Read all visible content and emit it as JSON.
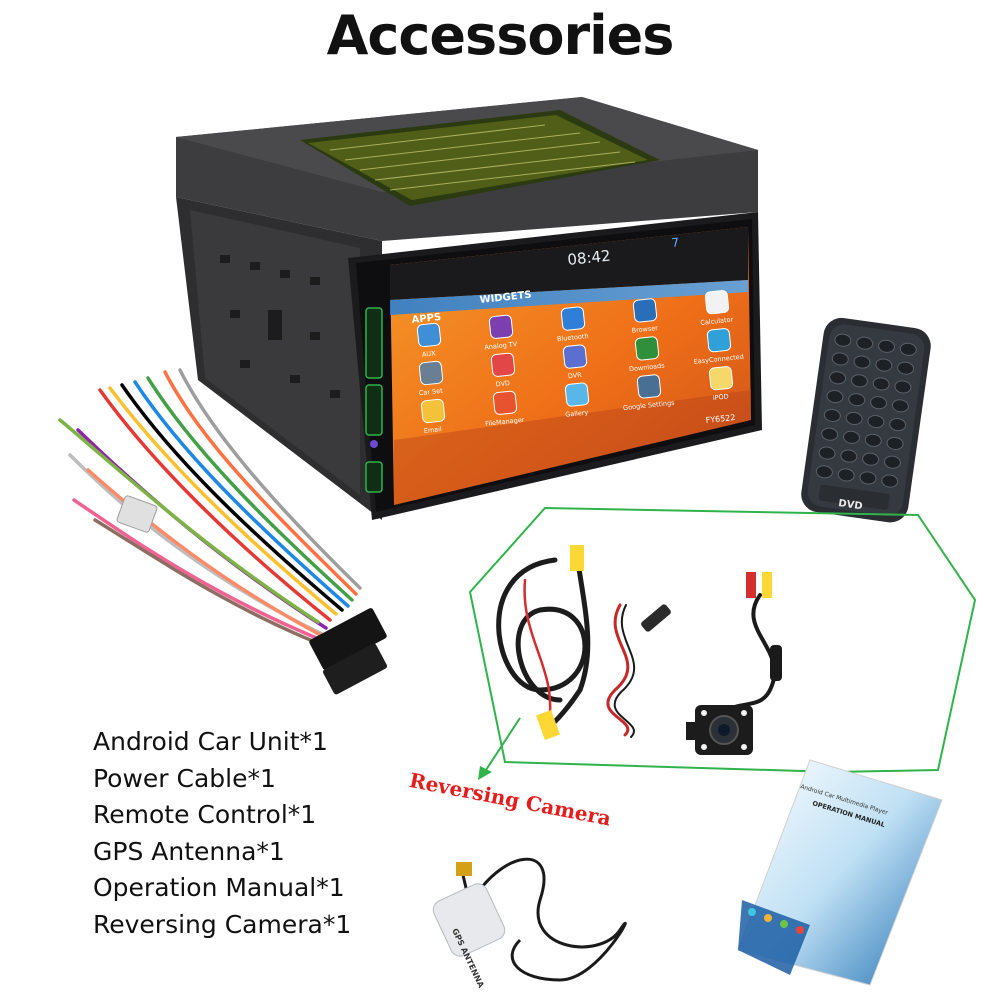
{
  "title": "Accessories",
  "contents": [
    "Android Car Unit*1",
    "Power Cable*1",
    "Remote Control*1",
    "GPS Antenna*1",
    "Operation Manual*1",
    "Reversing Camera*1"
  ],
  "camera_label": "Reversing Camera",
  "screen": {
    "time": "08:42",
    "volume": "7",
    "tab_apps": "APPS",
    "tab_widgets": "WIDGETS",
    "model": "FY6522",
    "apps": [
      {
        "label": "AUX",
        "icon": "aux-icon"
      },
      {
        "label": "Analog TV",
        "icon": "tv-icon"
      },
      {
        "label": "Bluetooth",
        "icon": "bluetooth-icon"
      },
      {
        "label": "Browser",
        "icon": "globe-icon"
      },
      {
        "label": "Calculator",
        "icon": "calculator-icon"
      },
      {
        "label": "Car Set",
        "icon": "settings-icon"
      },
      {
        "label": "DVD",
        "icon": "disc-icon"
      },
      {
        "label": "DVR",
        "icon": "camera-icon"
      },
      {
        "label": "Downloads",
        "icon": "download-icon"
      },
      {
        "label": "EasyConnected",
        "icon": "link-icon"
      },
      {
        "label": "Email",
        "icon": "mail-icon"
      },
      {
        "label": "FileManager",
        "icon": "folder-icon"
      },
      {
        "label": "Gallery",
        "icon": "gallery-icon"
      },
      {
        "label": "Google Settings",
        "icon": "google-icon"
      },
      {
        "label": "iPOD",
        "icon": "ipod-icon"
      }
    ]
  },
  "remote_brand": "DVD",
  "gps_text": "GPS ANTENNA",
  "manual": {
    "line1": "Android Car Multimedia Player",
    "line2": "OPERATION MANUAL"
  },
  "colors": {
    "screen_orange": "#f07a1a",
    "screen_blue": "#2a78c8",
    "frame_green": "#2fb34a",
    "label_red": "#e41c1c"
  }
}
